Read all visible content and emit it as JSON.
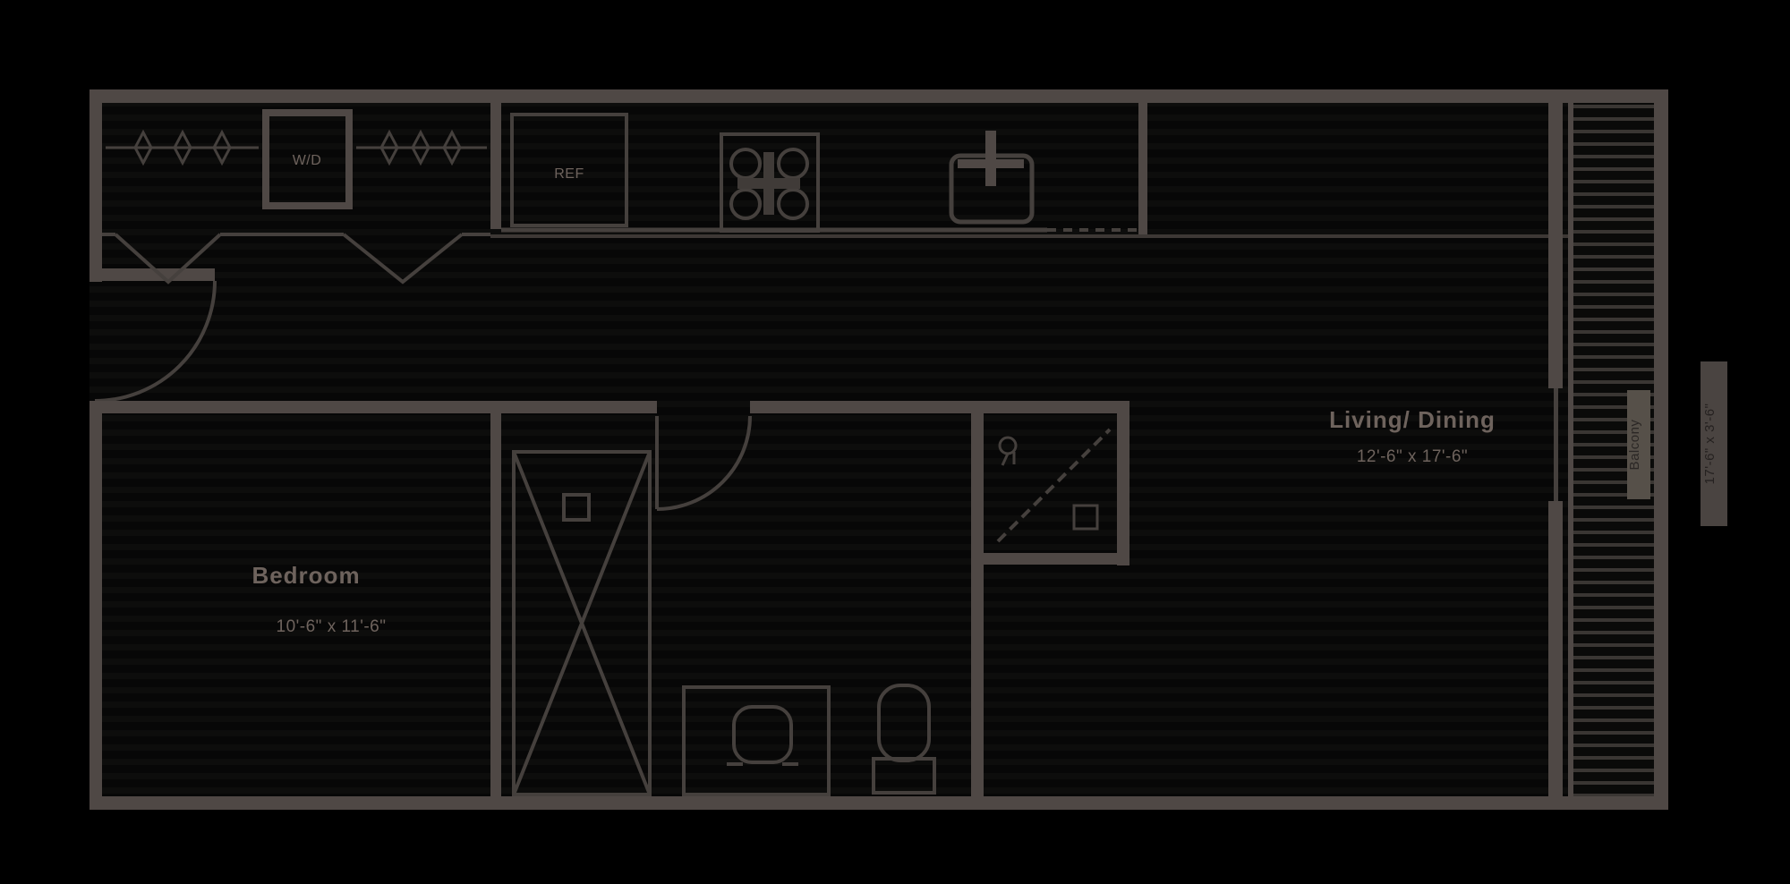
{
  "plan": {
    "type": "apartment-floor-plan",
    "colors": {
      "background": "#000000",
      "wall": "#4f4845",
      "thin_line": "#45403d",
      "hatch_line": "#3a3633",
      "text": "#6e635d"
    },
    "rooms": {
      "living_dining": {
        "name": "Living/ Dining",
        "dims": "12'-6\" x 17'-6\""
      },
      "bedroom": {
        "name": "Bedroom",
        "dims": "10'-6\" x 11'-6\""
      },
      "balcony": {
        "name": "Balcony",
        "dims": "17'-6\" x 3'-6\""
      }
    },
    "fixtures": {
      "refrigerator_label": "REF",
      "washer_dryer_label": "W/D",
      "icons": [
        "hanger-icon",
        "accordion-door-icon",
        "door-swing-arc-icon",
        "range-burner-icon",
        "faucet-cross-icon",
        "shower-head-icon",
        "drain-icon",
        "sink-basin-icon",
        "toilet-icon",
        "x-brace-shaft-icon",
        "balcony-decking-hatch-icon"
      ]
    }
  }
}
